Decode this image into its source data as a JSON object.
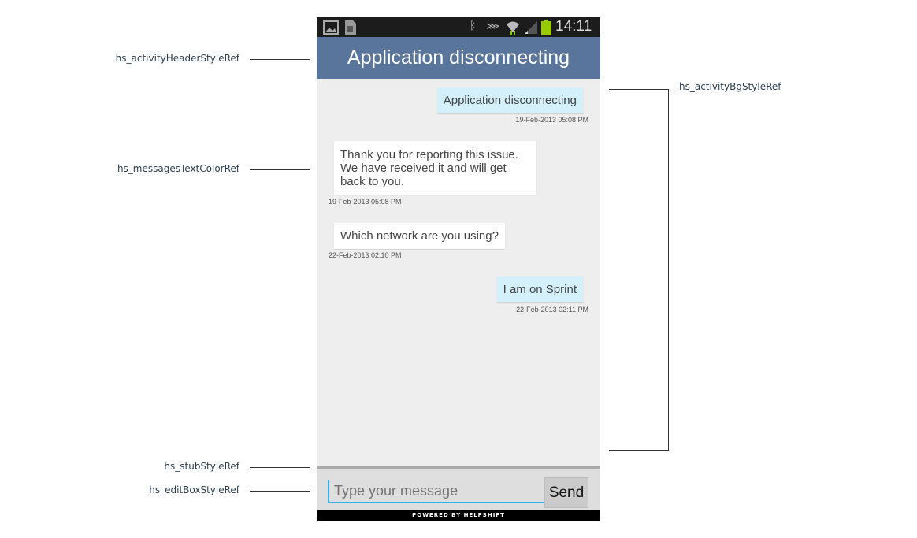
{
  "annotations": {
    "header": "hs_activityHeaderStyleRef",
    "messages_text": "hs_messagesTextColorRef",
    "stub": "hs_stubStyleRef",
    "edit_box": "hs_editBoxStyleRef",
    "background": "hs_activityBgStyleRef"
  },
  "status_bar": {
    "time": "14:11",
    "icons": [
      "image-icon",
      "sd-card-icon",
      "bluetooth-icon",
      "vibrate-icon",
      "wifi-icon",
      "signal-icon",
      "battery-icon"
    ]
  },
  "header": {
    "title": "Application disconnecting",
    "color": "#5a759c"
  },
  "messages": [
    {
      "direction": "outgoing",
      "text": "Application disconnecting",
      "timestamp": "19-Feb-2013 05:08 PM"
    },
    {
      "direction": "incoming",
      "text": "Thank you for reporting this issue. We have received it and will get back to you.",
      "timestamp": "19-Feb-2013 05:08 PM"
    },
    {
      "direction": "incoming",
      "text": "Which network are you using?",
      "timestamp": "22-Feb-2013 02:10 PM"
    },
    {
      "direction": "outgoing",
      "text": "I am on Sprint",
      "timestamp": "22-Feb-2013 02:11 PM"
    }
  ],
  "composer": {
    "placeholder": "Type your message",
    "value": "",
    "send_label": "Send",
    "accent": "#33b5e5"
  },
  "footer": {
    "text": "POWERED BY HELPSHIFT"
  }
}
